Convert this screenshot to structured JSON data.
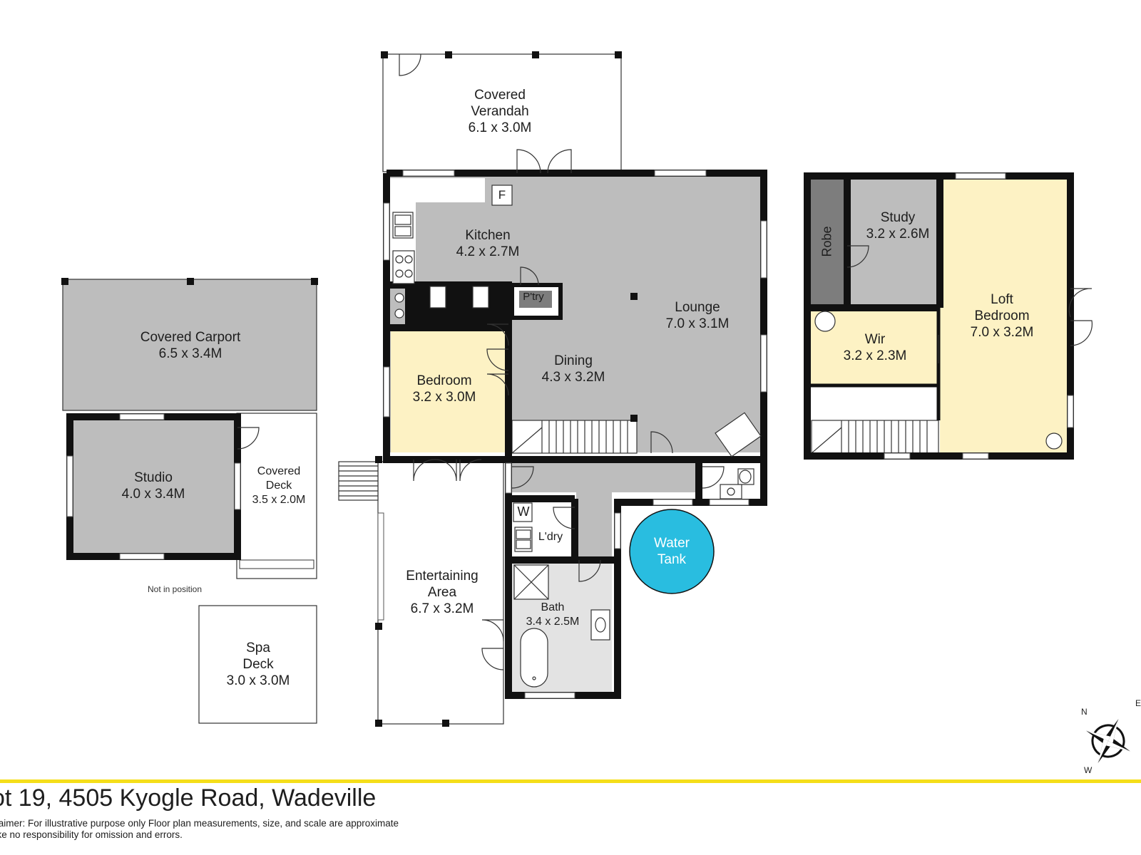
{
  "rooms": {
    "verandah": {
      "lines": [
        "Covered",
        "Verandah",
        "6.1 x 3.0M"
      ]
    },
    "kitchen": {
      "lines": [
        "Kitchen",
        "4.2 x 2.7M"
      ]
    },
    "lounge": {
      "lines": [
        "Lounge",
        "7.0 x 3.1M"
      ]
    },
    "dining": {
      "lines": [
        "Dining",
        "4.3 x 3.2M"
      ]
    },
    "bedroom": {
      "lines": [
        "Bedroom",
        "3.2 x 3.0M"
      ]
    },
    "pantry": {
      "label": "P'try"
    },
    "fridge": {
      "label": "F"
    },
    "washer": {
      "label": "W"
    },
    "laundry": {
      "label": "L'dry"
    },
    "bath": {
      "lines": [
        "Bath",
        "3.4 x 2.5M"
      ]
    },
    "entertaining": {
      "lines": [
        "Entertaining",
        "Area",
        "6.7 x 3.2M"
      ]
    },
    "water_tank": {
      "lines": [
        "Water",
        "Tank"
      ]
    },
    "carport": {
      "lines": [
        "Covered Carport",
        "6.5 x 3.4M"
      ]
    },
    "studio": {
      "lines": [
        "Studio",
        "4.0 x 3.4M"
      ]
    },
    "covered_deck": {
      "lines": [
        "Covered",
        "Deck",
        "3.5 x 2.0M"
      ]
    },
    "spa_deck": {
      "lines": [
        "Spa",
        "Deck",
        "3.0 x 3.0M"
      ]
    },
    "robe": {
      "label": "Robe"
    },
    "study": {
      "lines": [
        "Study",
        "3.2 x 2.6M"
      ]
    },
    "wir": {
      "lines": [
        "Wir",
        "3.2 x 2.3M"
      ]
    },
    "loft_bedroom": {
      "lines": [
        "Loft",
        "Bedroom",
        "7.0 x 3.2M"
      ]
    }
  },
  "notes": {
    "not_in_position": "Not in position"
  },
  "footer": {
    "address": "ot 19, 4505 Kyogle Road, Wadeville",
    "disclaimer_line1": "claimer: For illustrative purpose only Floor plan measurements, size, and scale are approximate",
    "disclaimer_line2": "ake no responsibility for omission and errors."
  },
  "compass": {
    "north": "N",
    "east": "E",
    "west": "W"
  },
  "colors": {
    "wall": "#111111",
    "room_grey": "#bdbdbd",
    "room_dark": "#7d7d7d",
    "bath_grey": "#e3e3e3",
    "bedroom_yellow": "#fdf2c4",
    "water_tank": "#29bde0",
    "footer_rule": "#f5de1a"
  }
}
